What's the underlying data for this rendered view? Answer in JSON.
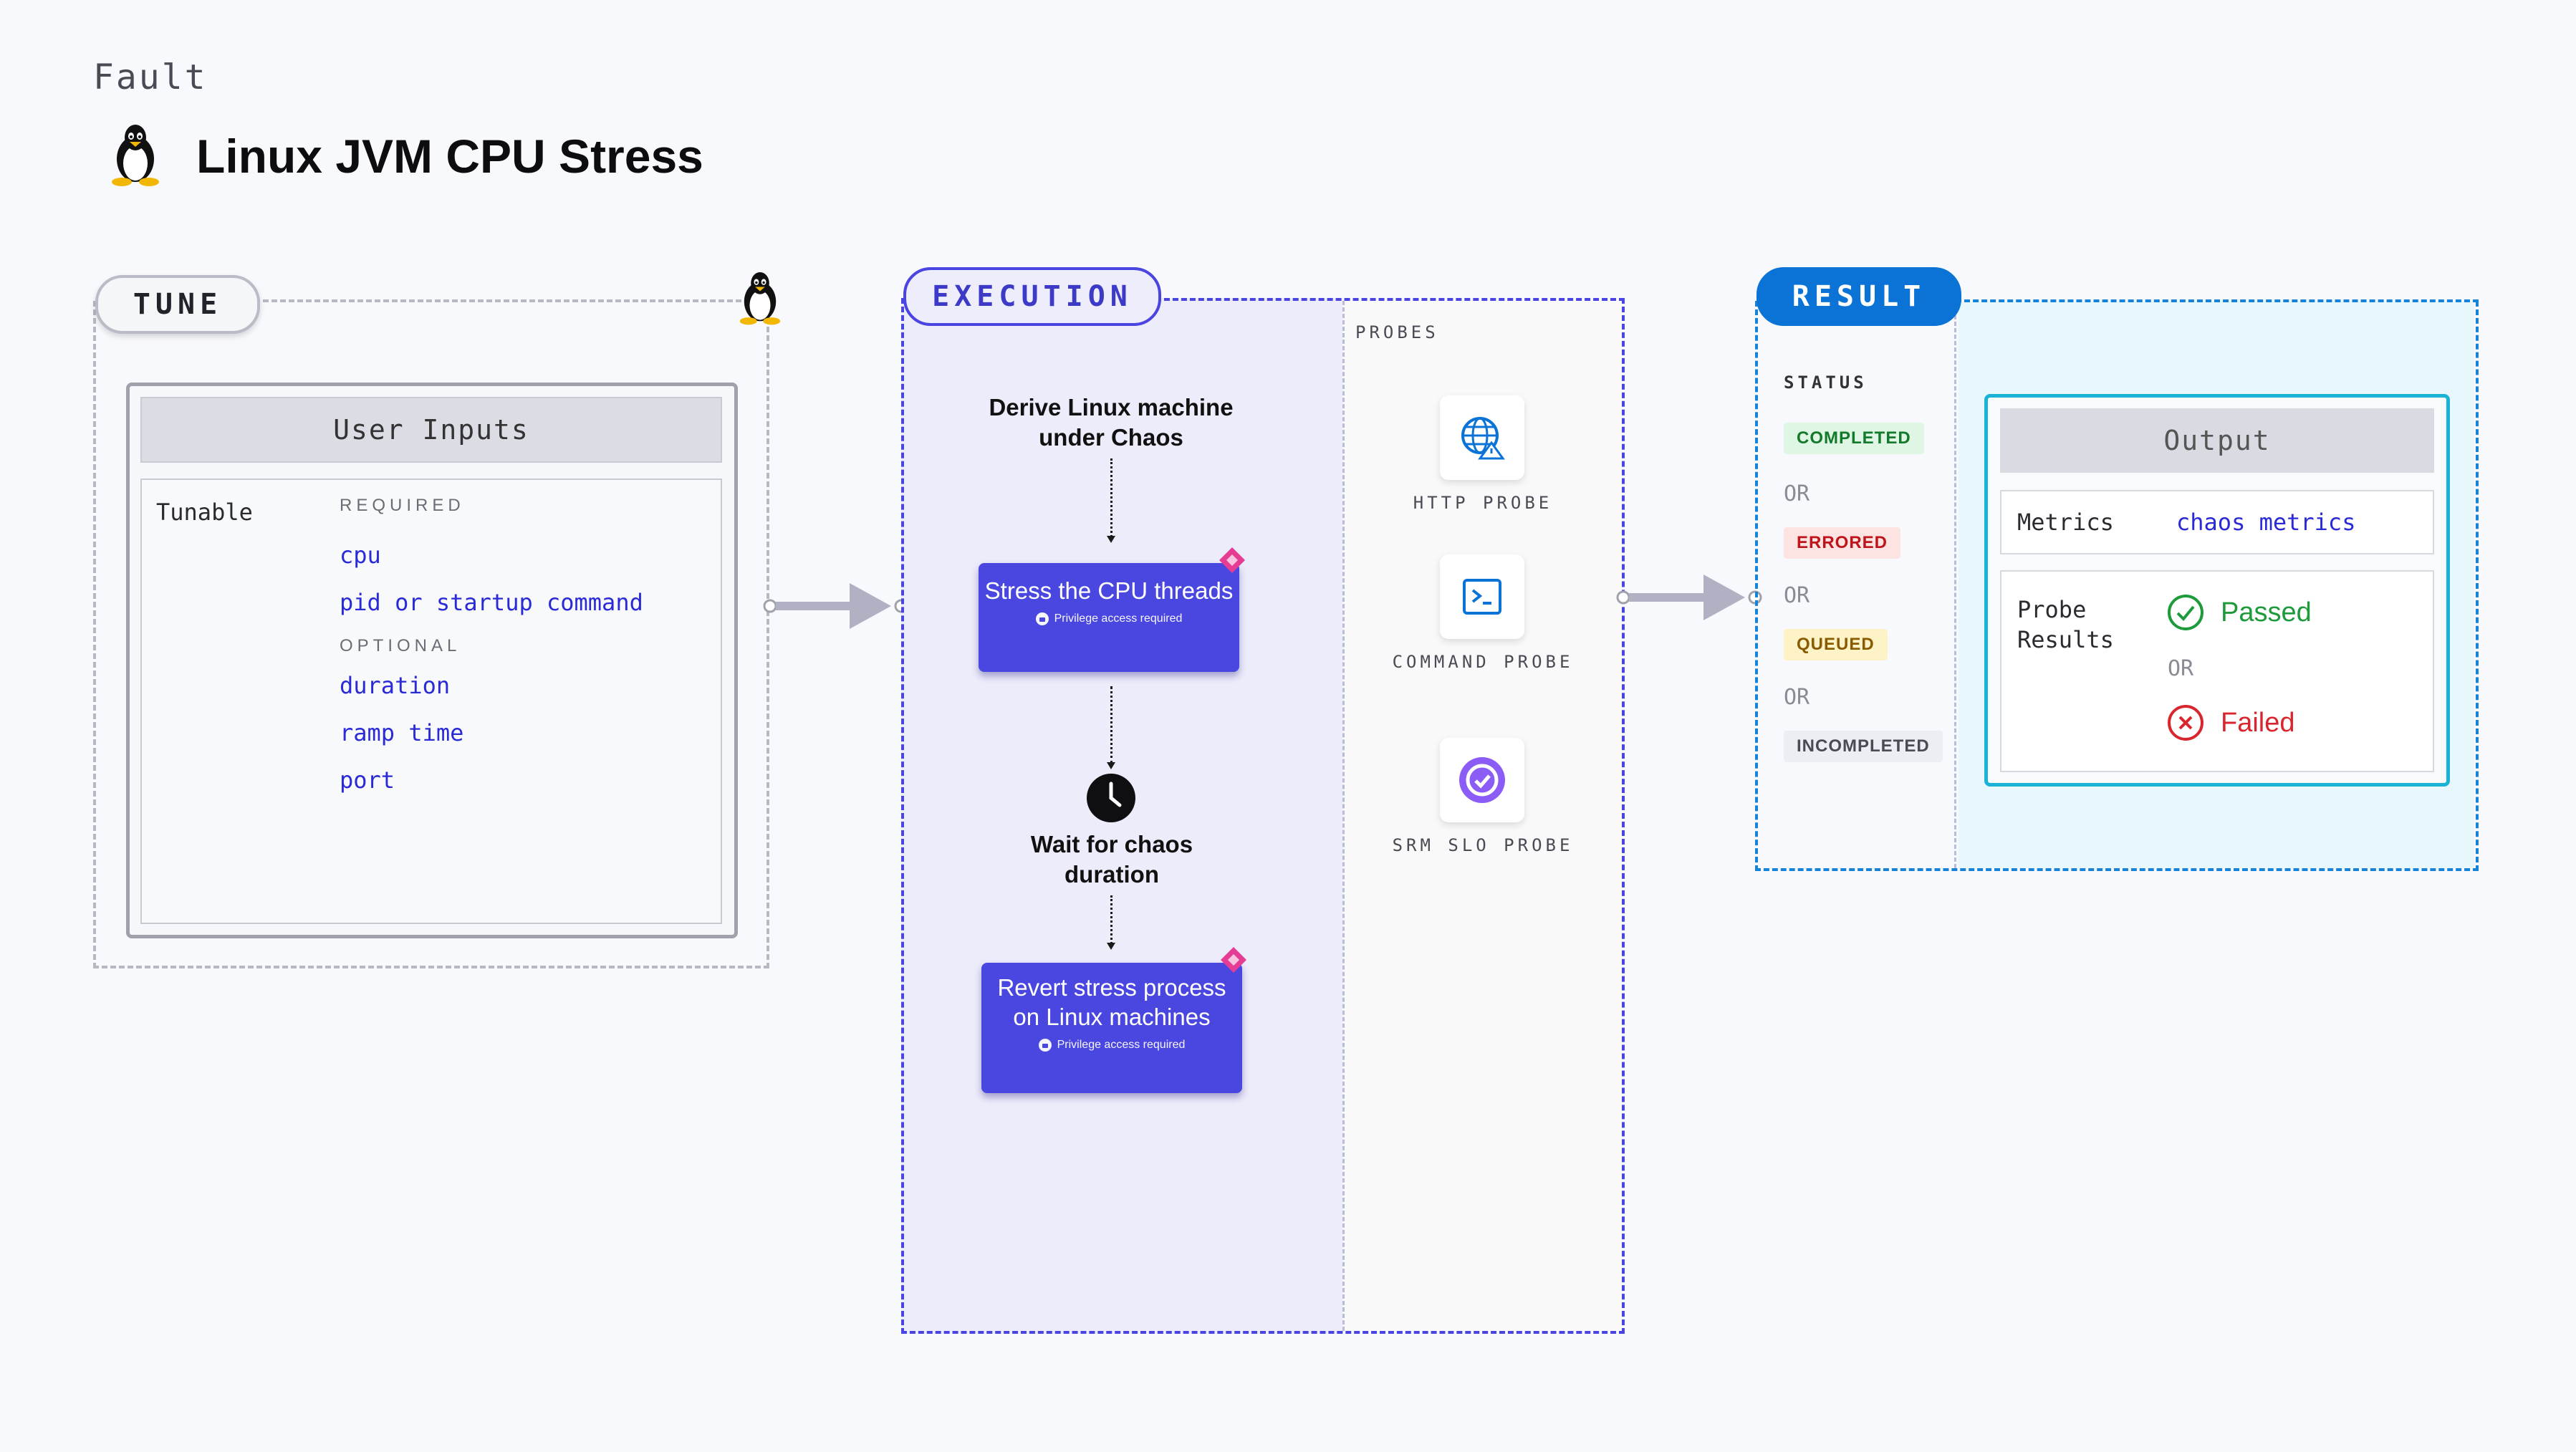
{
  "header": {
    "eyebrow": "Fault",
    "title": "Linux JVM CPU Stress",
    "logo_icon": "linux-tux-icon"
  },
  "tune": {
    "label": "TUNE",
    "card_title": "User Inputs",
    "row_label": "Tunable",
    "required_caption": "REQUIRED",
    "required": [
      "cpu",
      "pid or startup command"
    ],
    "optional_caption": "OPTIONAL",
    "optional": [
      "duration",
      "ramp time",
      "port"
    ]
  },
  "execution": {
    "label": "EXECUTION",
    "steps": {
      "derive": "Derive Linux machine under Chaos",
      "stress": "Stress the CPU threads",
      "wait": "Wait for chaos duration",
      "revert": "Revert stress process on Linux machines"
    },
    "privilege_note": "Privilege access required"
  },
  "probes": {
    "caption": "PROBES",
    "items": [
      {
        "label": "HTTP PROBE",
        "icon": "http-probe-icon"
      },
      {
        "label": "COMMAND PROBE",
        "icon": "command-probe-icon"
      },
      {
        "label": "SRM SLO PROBE",
        "icon": "srm-slo-probe-icon"
      }
    ]
  },
  "result": {
    "label": "RESULT",
    "status_caption": "STATUS",
    "statuses": [
      "COMPLETED",
      "ERRORED",
      "QUEUED",
      "INCOMPLETED"
    ],
    "or": "OR",
    "output_title": "Output",
    "metrics_label": "Metrics",
    "metrics_value": "chaos metrics",
    "probe_results_label": "Probe Results",
    "passed": "Passed",
    "failed": "Failed"
  },
  "colors": {
    "tune_border": "#b7b9c2",
    "execution": "#4a44e0",
    "result": "#0b73d6",
    "passed": "#1d9a3a",
    "failed": "#d9262e"
  }
}
